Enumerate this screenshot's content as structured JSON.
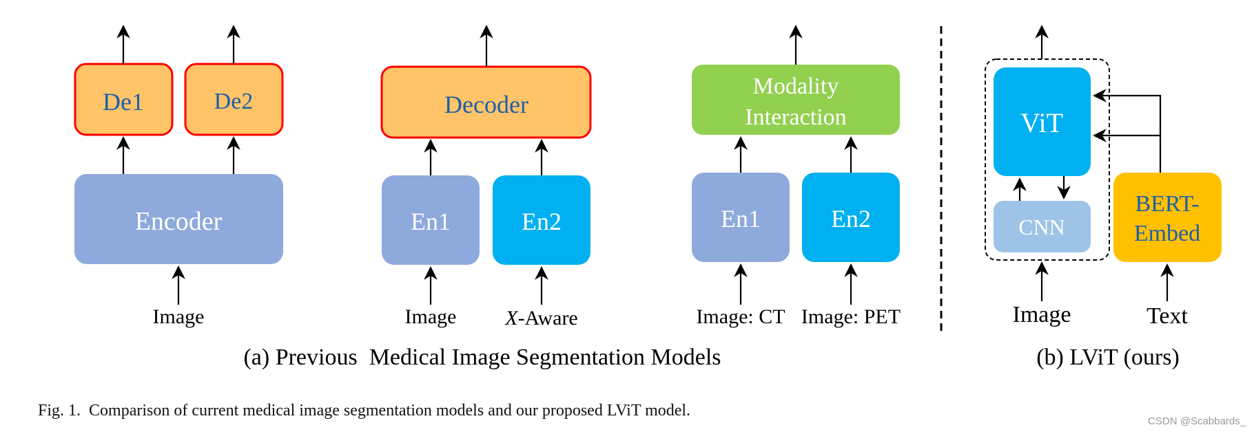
{
  "panels": {
    "previous": {
      "models": [
        {
          "encoder": "Encoder",
          "decoders": [
            "De1",
            "De2"
          ],
          "input": "Image"
        },
        {
          "encoders": [
            "En1",
            "En2"
          ],
          "decoder": "Decoder",
          "inputs": [
            "Image",
            "-Aware"
          ],
          "input2_var": "X"
        },
        {
          "encoders": [
            "En1",
            "En2"
          ],
          "fusion": [
            "Modality",
            "Interaction"
          ],
          "inputs": [
            "Image: CT",
            "Image: PET"
          ]
        }
      ],
      "subcaption": "(a) Previous  Medical Image Segmentation Models"
    },
    "ours": {
      "vit": "ViT",
      "cnn": "CNN",
      "bert": [
        "BERT-",
        "Embed"
      ],
      "inputs": [
        "Image",
        "Text"
      ],
      "subcaption": "(b) LViT (ours)"
    }
  },
  "caption": "Fig. 1.  Comparison of current medical image segmentation models and our proposed LViT model.",
  "watermark": "CSDN @Scabbards_",
  "colors": {
    "encoder_blue": "#8EA9DB",
    "en2_cyan": "#00B0F0",
    "decoder_orange": "#FFC468",
    "decoder_border": "#FF0000",
    "modality_green": "#92D050",
    "vit_cyan": "#00B0F0",
    "cnn_light": "#9DC3E6",
    "bert_gold": "#FFC000",
    "decoder_text": "#1F5FA8"
  }
}
